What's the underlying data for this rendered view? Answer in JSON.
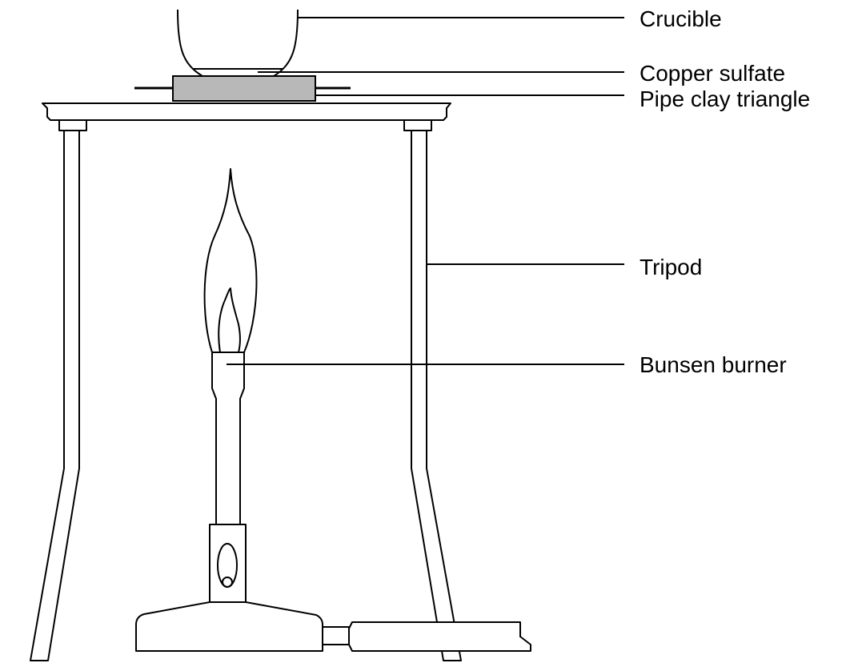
{
  "labels": {
    "crucible": "Crucible",
    "copper_sulfate": "Copper sulfate",
    "pipe_clay_triangle": "Pipe clay triangle",
    "tripod": "Tripod",
    "bunsen_burner": "Bunsen burner"
  },
  "colors": {
    "copper_sulfate_fill": "#b8b8b8",
    "line": "#000000",
    "background": "#ffffff"
  }
}
